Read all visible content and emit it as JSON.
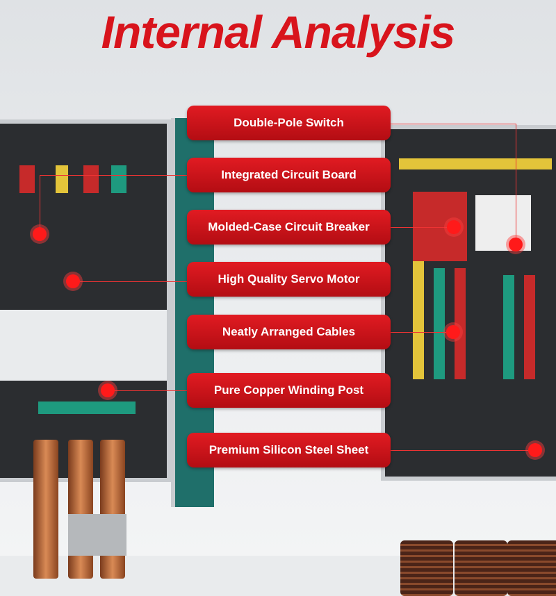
{
  "title": "Internal Analysis",
  "labels": [
    "Double-Pole Switch",
    "Integrated Circuit Board",
    "Molded-Case Circuit Breaker",
    "High Quality Servo Motor",
    "Neatly Arranged Cables",
    "Pure Copper Winding Post",
    "Premium Silicon Steel Sheet"
  ],
  "accent": "#d8141c"
}
